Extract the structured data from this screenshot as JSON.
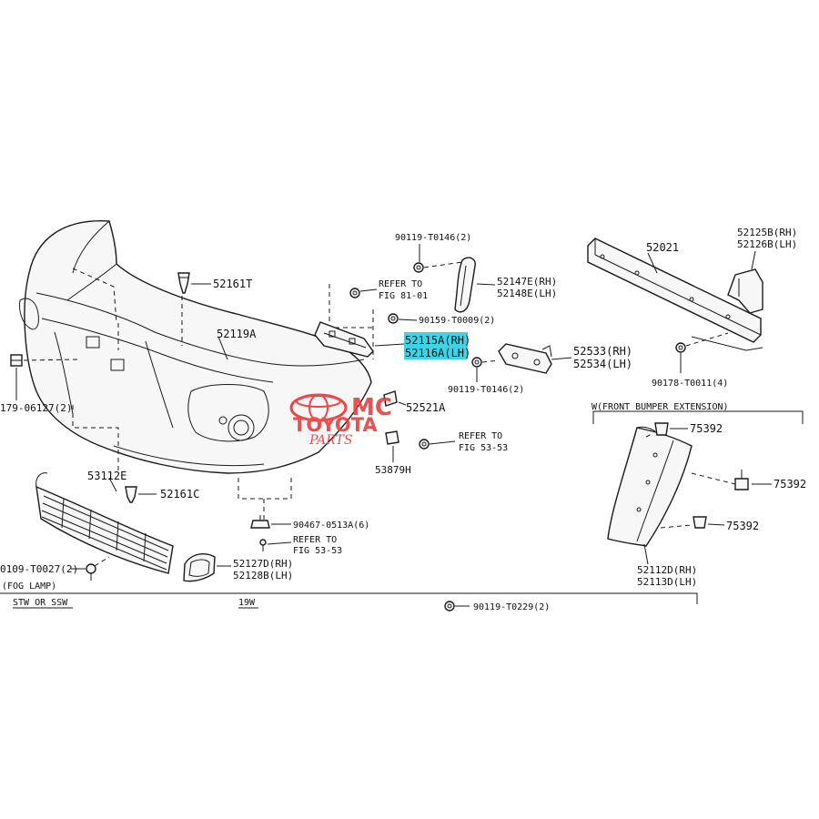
{
  "labels": {
    "p52161T": "52161T",
    "p52119A": "52119A",
    "p90179": "179-06127(2)",
    "p53112E": "53112E",
    "p52161C": "52161C",
    "p90109": "0109-T0027(2)",
    "fog_lamp": "(FOG LAMP)",
    "p52127D": "52127D(RH)",
    "p52128B": "52128B(LH)",
    "p90467": "90467-0513A(6)",
    "refer_53_a1": "REFER TO",
    "refer_53_a2": "FIG 53-53",
    "refer_53_b1": "REFER TO",
    "refer_53_b2": "FIG 53-53",
    "refer_81_1": "REFER TO",
    "refer_81_2": "FIG 81-01",
    "p90119a": "90119-T0146(2)",
    "p90159": "90159-T0009(2)",
    "p52147E": "52147E(RH)",
    "p52148E": "52148E(LH)",
    "p52115A": "52115A(RH)",
    "p52116A": "52116A(LH)",
    "p52533": "52533(RH)",
    "p52534": "52534(LH)",
    "p90119b": "90119-T0146(2)",
    "p52521A": "52521A",
    "p53879H": "53879H",
    "p52021": "52021",
    "p52125B": "52125B(RH)",
    "p52126B": "52126B(LH)",
    "p90178": "90178-T0011(4)",
    "ext_title": "W(FRONT BUMPER EXTENSION)",
    "p75392a": "75392",
    "p75392b": "75392",
    "p75392c": "75392",
    "p52112D": "52112D(RH)",
    "p52113D": "52113D(LH)",
    "foot_left": "STW OR SSW",
    "foot_mid": "19W",
    "p90119c": "90119-T0229(2)"
  },
  "watermark": {
    "line1": "MC",
    "line2": "TOYOTA",
    "line3": "PARTS"
  },
  "colors": {
    "highlight": "#3fd3e6",
    "watermark": "#e84040"
  }
}
